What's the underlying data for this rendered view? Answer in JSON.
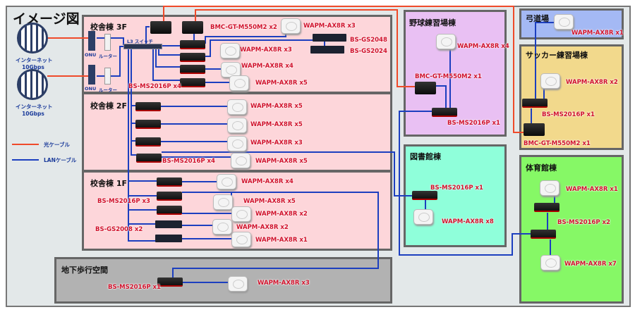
{
  "title": "イメージ図",
  "legend": {
    "fiber": "光ケーブル",
    "lan": "LANケーブル",
    "fiber_color": "#ef4a2a",
    "lan_color": "#1c3fbf"
  },
  "internet": [
    {
      "name": "インターネット",
      "speed": "10Gbps"
    },
    {
      "name": "インターネット",
      "speed": "10Gbps"
    }
  ],
  "onu": "ONU",
  "router": "ルーター",
  "l3": "L3 スイッチ",
  "b3f": {
    "title": "校舎棟 3F",
    "mc": "BMC-GT-M550M2 x2",
    "ap1": "WAPM-AX8R x3",
    "ap2": "WAPM-AX8R x3",
    "ap3": "WAPM-AX8R x4",
    "ap4": "WAPM-AX8R x5",
    "gs1": "BS-GS2048",
    "gs2": "BS-GS2024",
    "sw": "BS-MS2016P x4"
  },
  "b2f": {
    "title": "校舎棟 2F",
    "ap1": "WAPM-AX8R x5",
    "ap2": "WAPM-AX8R x5",
    "ap3": "WAPM-AX8R x3",
    "ap4": "WAPM-AX8R x5",
    "sw": "BS-MS2016P x4"
  },
  "b1f": {
    "title": "校舎棟 1F",
    "ap1": "WAPM-AX8R x4",
    "ap2": "WAPM-AX8R x5",
    "ap3": "WAPM-AX8R x2",
    "ap4": "WAPM-AX8R x2",
    "ap5": "WAPM-AX8R x1",
    "sw": "BS-MS2016P x3",
    "gs": "BS-GS2008 x2"
  },
  "underground": {
    "title": "地下歩行空間",
    "sw": "BS-MS2016P x1",
    "ap": "WAPM-AX8R x3"
  },
  "baseball": {
    "title": "野球練習場棟",
    "ap": "WAPM-AX8R x4",
    "mc": "BMC-GT-M550M2 x1",
    "sw": "BS-MS2016P x1"
  },
  "library": {
    "title": "図書館棟",
    "sw": "BS-MS2016P x1",
    "ap": "WAPM-AX8R x8"
  },
  "kyudo": {
    "title": "弓道場",
    "ap": "WAPM-AX8R x1"
  },
  "soccer": {
    "title": "サッカー練習場棟",
    "ap": "WAPM-AX8R x2",
    "sw": "BS-MS2016P x1",
    "mc": "BMC-GT-M550M2 x1"
  },
  "gym": {
    "title": "体育館棟",
    "ap1": "WAPM-AX8R x1",
    "sw": "BS-MS2016P x2",
    "ap2": "WAPM-AX8R x7"
  }
}
